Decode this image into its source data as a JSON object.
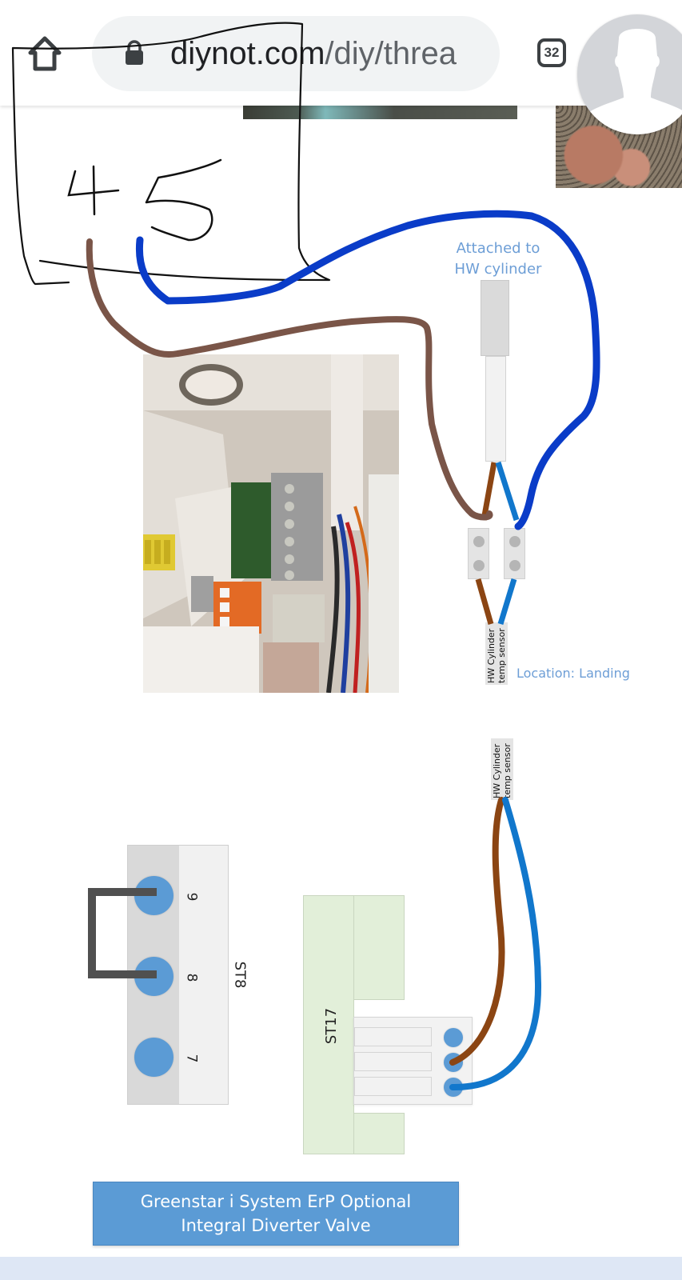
{
  "browser": {
    "url_host": "diynot.com",
    "url_path": "/diy/threa",
    "tab_count": "32",
    "icons": {
      "home": "home-icon",
      "lock": "lock-icon",
      "tabs": "tab-switcher-icon",
      "avatar": "profile-avatar-icon"
    }
  },
  "annotation": {
    "handwritten_text": "4 5",
    "digit_left": "4",
    "digit_right": "5",
    "colors": {
      "brown_wire": "#7a5548",
      "blue_wire": "#0a3cc8",
      "ink": "#111111"
    }
  },
  "diagram": {
    "cylinder_label_line1": "Attached to",
    "cylinder_label_line2": "HW cylinder",
    "sensor_label_line1": "HW Cylinder",
    "sensor_label_line2": "temp sensor",
    "location_label": "Location: Landing",
    "st8": {
      "label": "ST8",
      "pins": [
        "9",
        "8",
        "7"
      ]
    },
    "st17": {
      "label": "ST17"
    },
    "caption": "Greenstar i System ErP Optional Integral Diverter Valve",
    "colors": {
      "label_blue": "#6d9ed6",
      "pin_blue": "#5b9bd5",
      "wire_brown": "#8b4513",
      "wire_blue": "#1177cc",
      "connector_green": "#e2efd9",
      "caption_bg": "#5b9bd5"
    }
  },
  "photo": {
    "description": "boiler-wiring-photo"
  }
}
